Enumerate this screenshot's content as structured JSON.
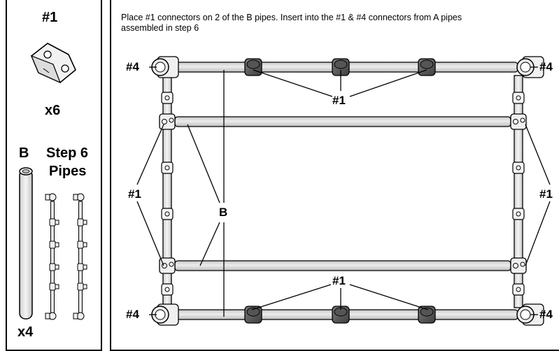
{
  "left_panel": {
    "connector_label": "#1",
    "connector_qty": "x6",
    "pipe_label": "B",
    "pipe_qty": "x4",
    "step_title": "Step 6",
    "step_subtitle": "Pipes"
  },
  "main": {
    "instruction": "Place #1 connectors on 2 of the B pipes. Insert into the #1 & #4 connectors from A pipes assembled in step 6",
    "labels": {
      "corner_tl": "#4",
      "corner_tr": "#4",
      "corner_bl": "#4",
      "corner_br": "#4",
      "top_callout": "#1",
      "bottom_callout": "#1",
      "left_callout": "#1",
      "right_callout": "#1",
      "pipe_callout": "B"
    }
  },
  "colors": {
    "pipe_fill": "#d6d6d6",
    "connector_dark": "#555555",
    "line": "#000000"
  }
}
